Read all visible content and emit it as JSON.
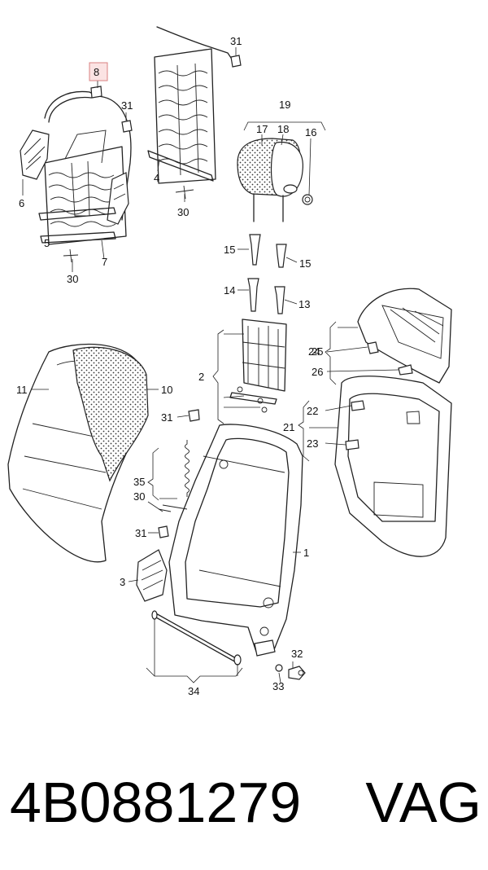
{
  "callouts": {
    "c8": "8",
    "c31a": "31",
    "c31b": "31",
    "c31c": "31",
    "c31d": "31",
    "c6": "6",
    "c5": "5",
    "c7": "7",
    "c30a": "30",
    "c30b": "30",
    "c30c": "30",
    "c4": "4",
    "c19": "19",
    "c17": "17",
    "c18": "18",
    "c16": "16",
    "c15a": "15",
    "c15b": "15",
    "c14": "14",
    "c13": "13",
    "c2": "2",
    "c24": "24",
    "c25": "25",
    "c26": "26",
    "c22": "22",
    "c21": "21",
    "c23": "23",
    "c11": "11",
    "c10": "10",
    "c35": "35",
    "c3": "3",
    "c1": "1",
    "c32": "32",
    "c33": "33",
    "c34": "34"
  },
  "footer": {
    "part_number": "4B0881279",
    "brand": "VAG"
  }
}
